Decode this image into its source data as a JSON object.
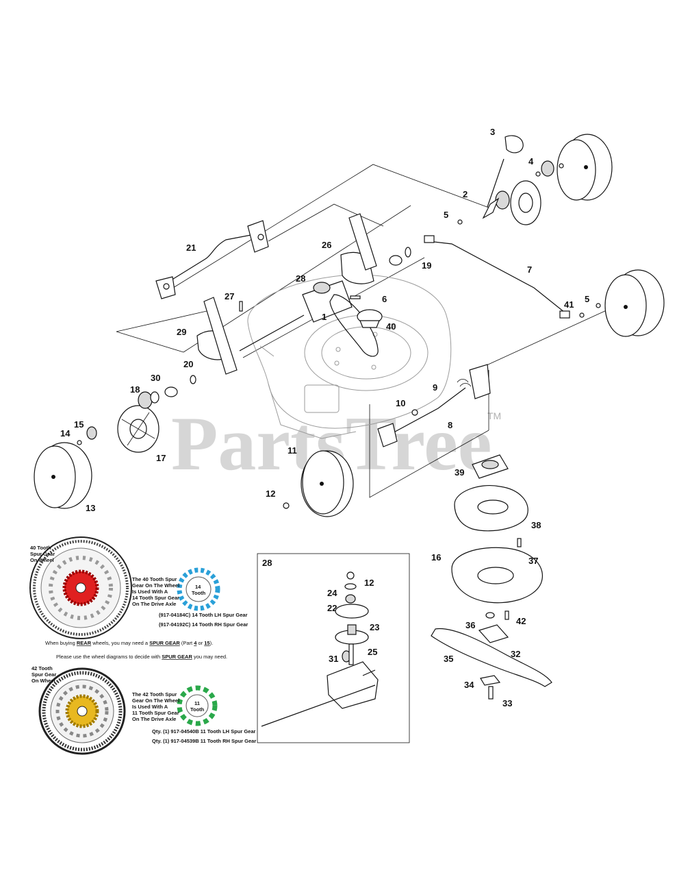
{
  "watermark": {
    "text": "PartsTree",
    "tm": "TM"
  },
  "callouts": [
    "1",
    "2",
    "3",
    "4",
    "5",
    "5",
    "6",
    "7",
    "8",
    "9",
    "10",
    "11",
    "12",
    "12",
    "13",
    "14",
    "15",
    "16",
    "17",
    "18",
    "19",
    "20",
    "21",
    "22",
    "23",
    "24",
    "25",
    "26",
    "27",
    "28",
    "28",
    "29",
    "30",
    "31",
    "32",
    "33",
    "34",
    "35",
    "36",
    "37",
    "38",
    "39",
    "40",
    "41",
    "42"
  ],
  "gear_40": {
    "wheel_label": [
      "40 Tooth",
      "Spur Gear",
      "On Wheel"
    ],
    "note": [
      "The 40 Tooth Spur",
      "Gear On The Wheel",
      "Is Used With A",
      "14 Tooth Spur Gear",
      "On The Drive Axle"
    ],
    "gear_label": [
      "14",
      "Tooth"
    ],
    "parts": [
      "(917-04184C) 14 Tooth LH Spur Gear",
      "(917-04192C) 14 Tooth RH Spur Gear"
    ],
    "accent": "#e02020",
    "small_gear_color": "#2aa0d8"
  },
  "info": {
    "line1_a": "When buying ",
    "line1_b": "REAR",
    "line1_c": " wheels, you may need a ",
    "line1_d": "SPUR GEAR",
    "line1_e": " (Part ",
    "line1_f": "4",
    "line1_g": " or ",
    "line1_h": "15",
    "line1_i": ").",
    "line2_a": "Please use the wheel diagrams to decide with ",
    "line2_b": "SPUR GEAR",
    "line2_c": " you may need."
  },
  "gear_42": {
    "wheel_label": [
      "42 Tooth",
      "Spur Gear",
      "On Wheel"
    ],
    "note": [
      "The 42 Tooth Spur",
      "Gear On The Wheel",
      "Is Used With A",
      "11 Tooth Spur Gear",
      "On The Drive Axle"
    ],
    "gear_label": [
      "11",
      "Tooth"
    ],
    "parts": [
      "Qty. (1) 917-04540B 11 Tooth LH Spur Gear",
      "Qty. (1) 917-04539B 11 Tooth RH Spur Gear"
    ],
    "accent": "#e8b820",
    "small_gear_color": "#2aa84a"
  }
}
